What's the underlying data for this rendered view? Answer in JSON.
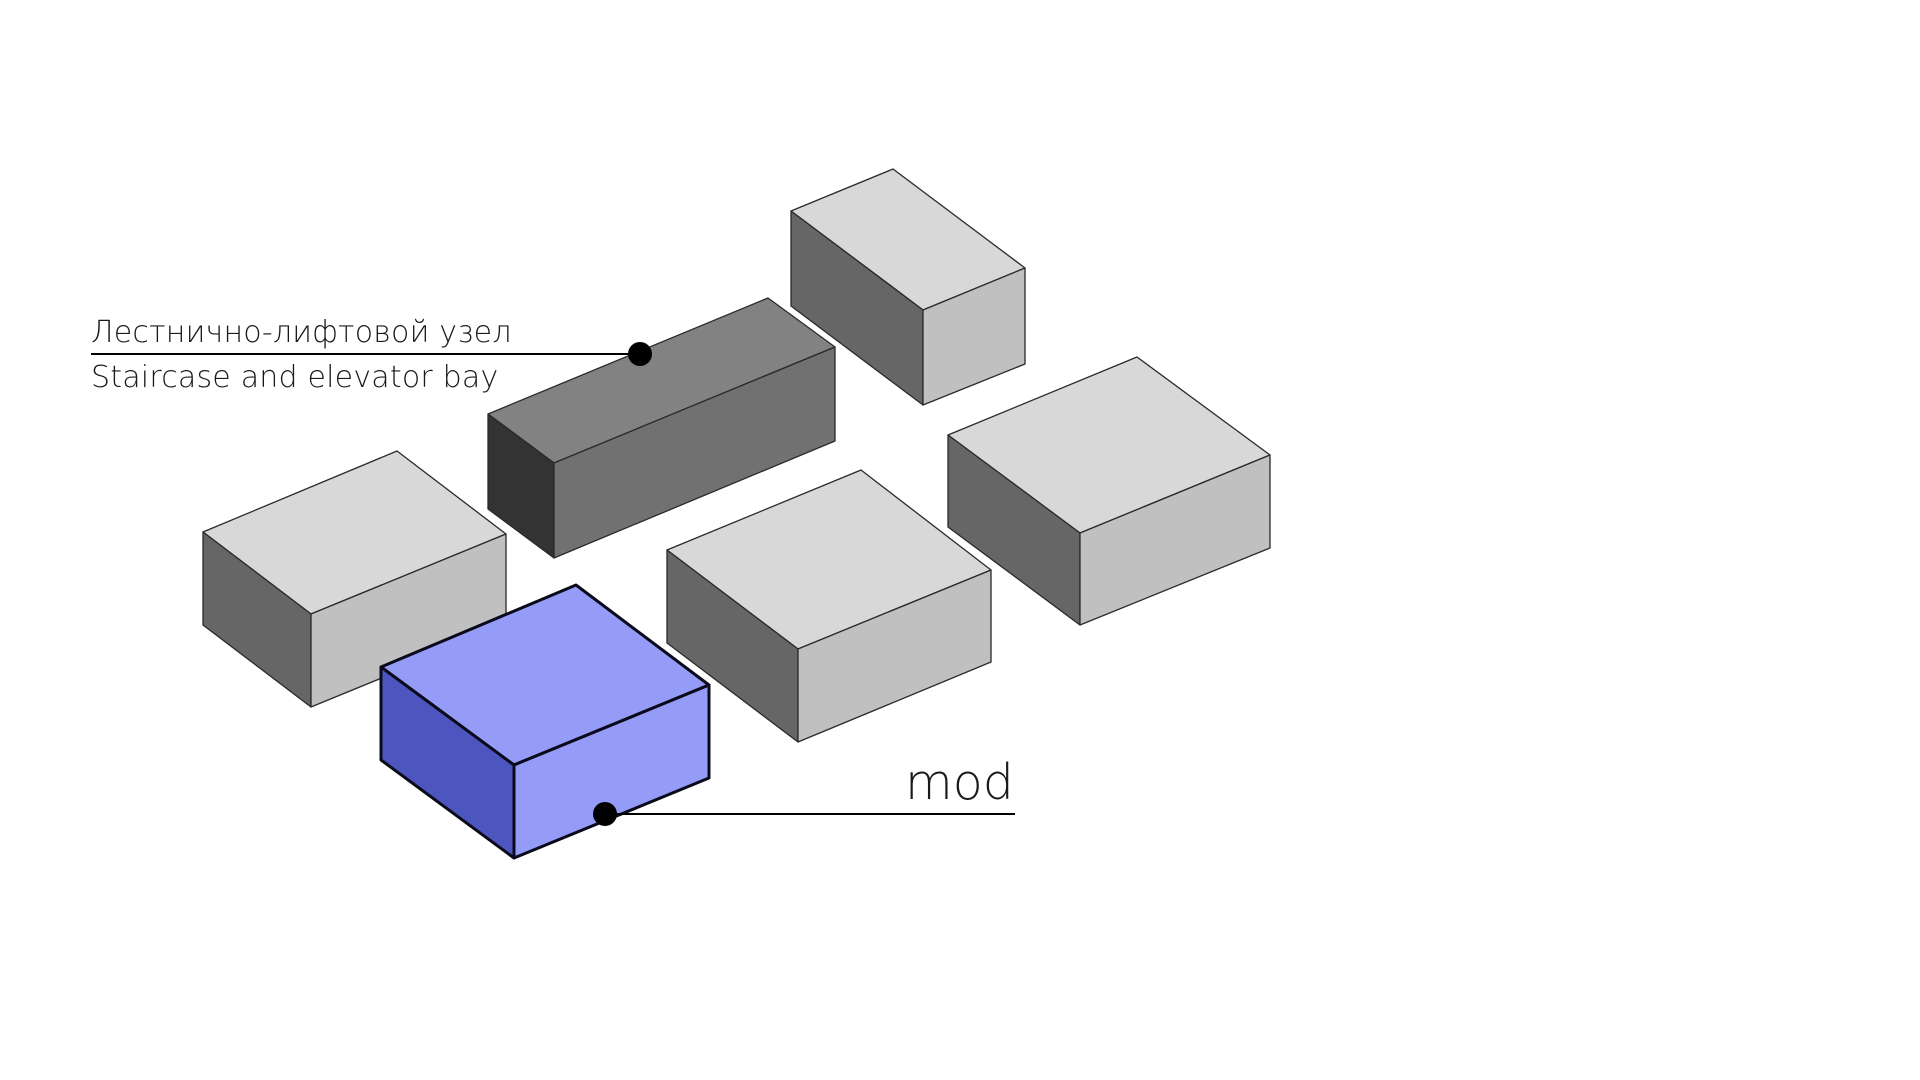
{
  "labels": {
    "core_ru": "Лестнично-лифтовой узел",
    "core_en": "Staircase and elevator bay",
    "module": "mod"
  },
  "colors": {
    "background": "#ffffff",
    "block_top": "#d8d8d8",
    "block_front": "#c0c0c0",
    "block_side": "#666666",
    "core_top": "#828282",
    "core_front": "#717171",
    "core_side": "#333333",
    "module_top": "#959cf8",
    "module_front": "#959cf8",
    "module_side": "#4d56be",
    "edge": "#2a2a2a",
    "module_edge": "#0a0a1a",
    "leader": "#000000"
  }
}
